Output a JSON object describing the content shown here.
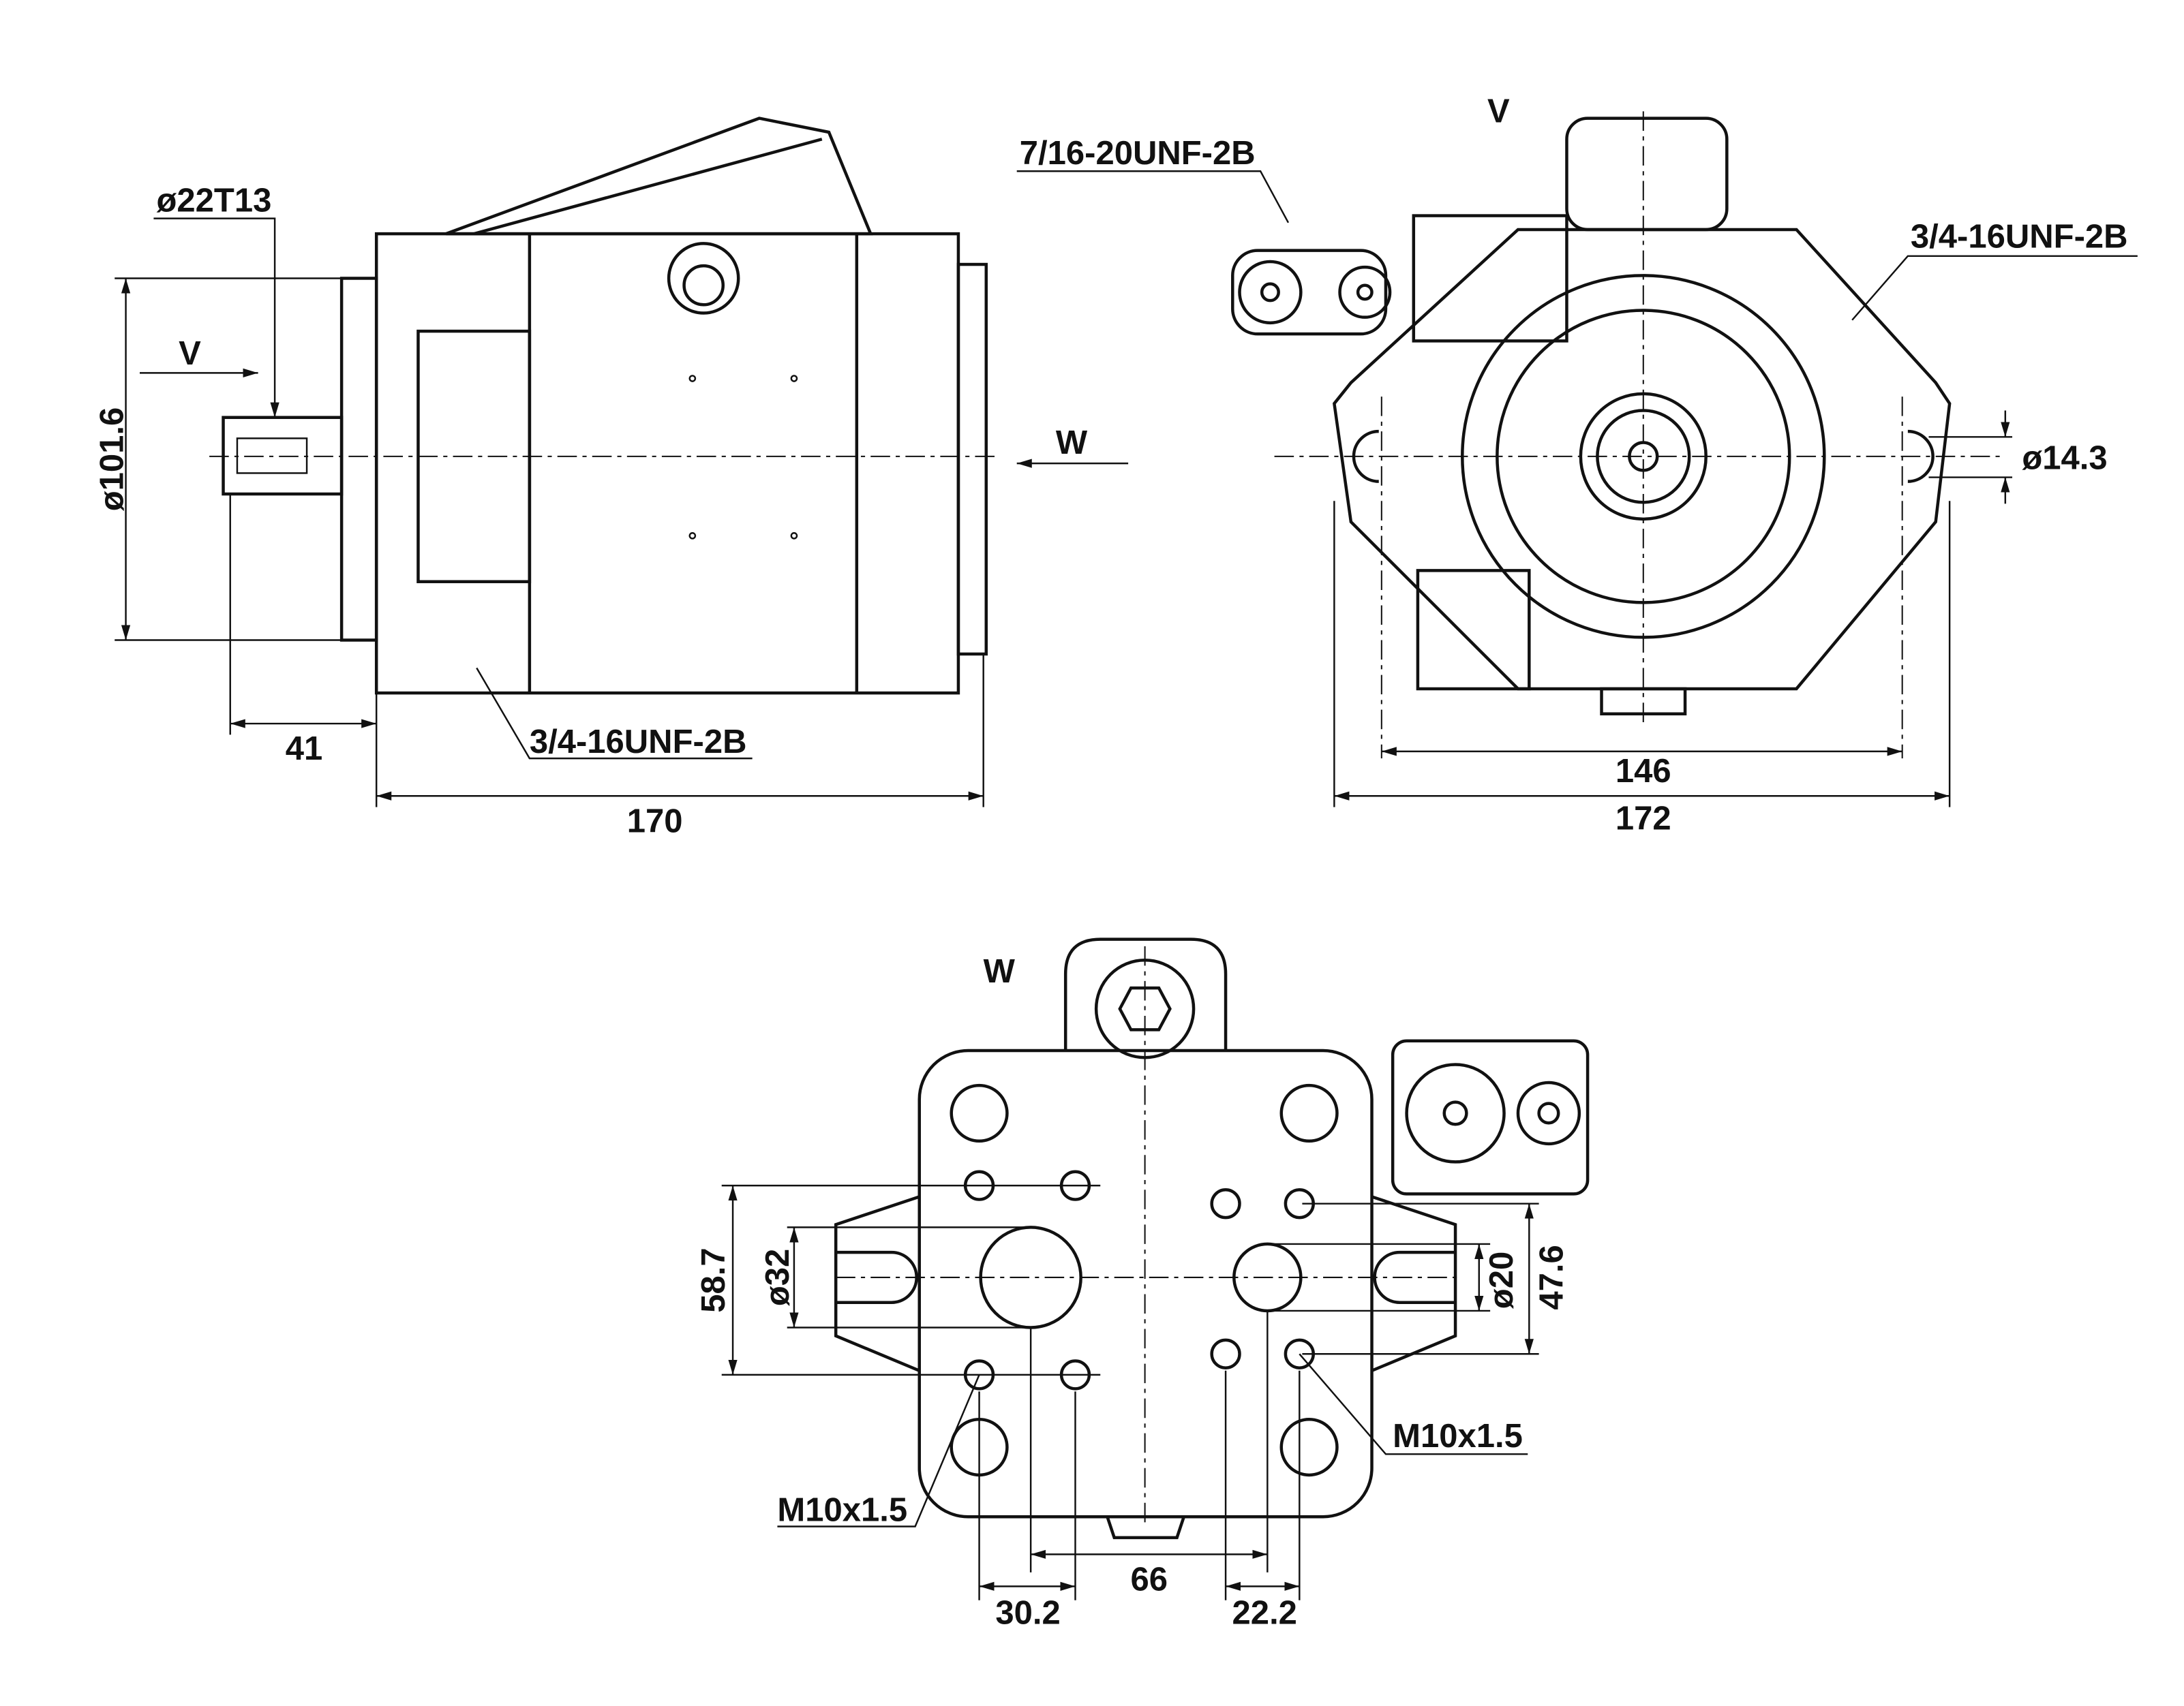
{
  "side_view": {
    "shaft_spline": "ø22T13",
    "flange_diameter": "ø101.6",
    "view_marker": "V",
    "shaft_length": "41",
    "port_thread": "3/4-16UNF-2B",
    "overall_length": "170",
    "rear_view_marker": "W"
  },
  "front_view": {
    "title": "V",
    "control_port_thread": "7/16-20UNF-2B",
    "port_thread": "3/4-16UNF-2B",
    "mounting_hole": "ø14.3",
    "bolt_spacing": "146",
    "overall_width": "172"
  },
  "rear_view": {
    "title": "W",
    "left_height": "58.7",
    "inlet_diameter": "ø32",
    "outlet_diameter": "ø20",
    "right_height": "47.6",
    "thread_right": "M10x1.5",
    "thread_left": "M10x1.5",
    "port_spacing": "66",
    "inlet_bolt_spacing": "30.2",
    "outlet_bolt_spacing": "22.2"
  }
}
